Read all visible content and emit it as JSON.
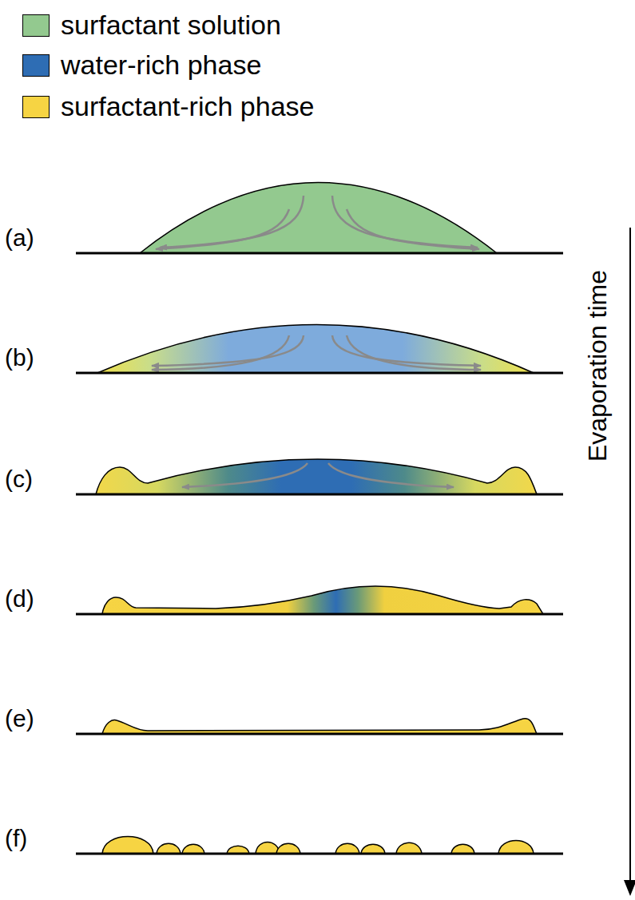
{
  "diagram": {
    "labels": [
      "(a)",
      "(b)",
      "(c)",
      "(d)",
      "(e)",
      "(f)",
      "Evaporation time"
    ],
    "legend": [
      {
        "text": "surfactant solution",
        "color": "#93c98f"
      },
      {
        "text": "water-rich phase",
        "color": "#2e6db4"
      },
      {
        "text": "surfactant-rich phase",
        "color": "#f6d443"
      }
    ]
  }
}
